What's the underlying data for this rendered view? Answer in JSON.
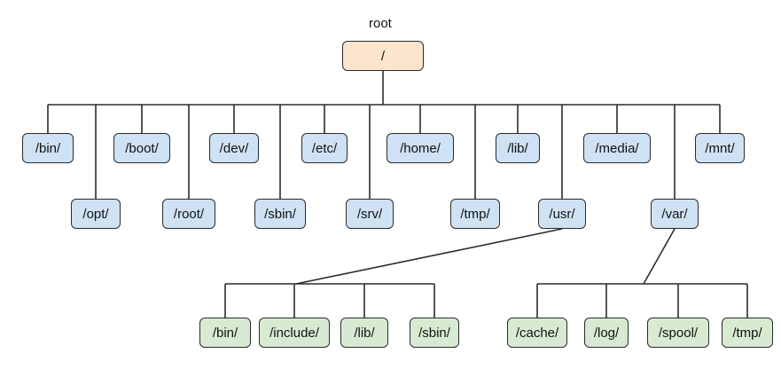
{
  "root": {
    "caption": "root",
    "label": "/"
  },
  "top_level": [
    {
      "label": "/bin/"
    },
    {
      "label": "/opt/"
    },
    {
      "label": "/boot/"
    },
    {
      "label": "/root/"
    },
    {
      "label": "/dev/"
    },
    {
      "label": "/sbin/"
    },
    {
      "label": "/etc/"
    },
    {
      "label": "/srv/"
    },
    {
      "label": "/home/"
    },
    {
      "label": "/tmp/"
    },
    {
      "label": "/lib/"
    },
    {
      "label": "/usr/"
    },
    {
      "label": "/media/"
    },
    {
      "label": "/var/"
    },
    {
      "label": "/mnt/"
    }
  ],
  "usr_children": [
    {
      "label": "/bin/"
    },
    {
      "label": "/include/"
    },
    {
      "label": "/lib/"
    },
    {
      "label": "/sbin/"
    }
  ],
  "var_children": [
    {
      "label": "/cache/"
    },
    {
      "label": "/log/"
    },
    {
      "label": "/spool/"
    },
    {
      "label": "/tmp/"
    }
  ],
  "colors": {
    "root_fill": "#fce5cd",
    "top_level_fill": "#cfe2f3",
    "sub_fill": "#d9ead3",
    "stroke": "#2b2b2b"
  }
}
